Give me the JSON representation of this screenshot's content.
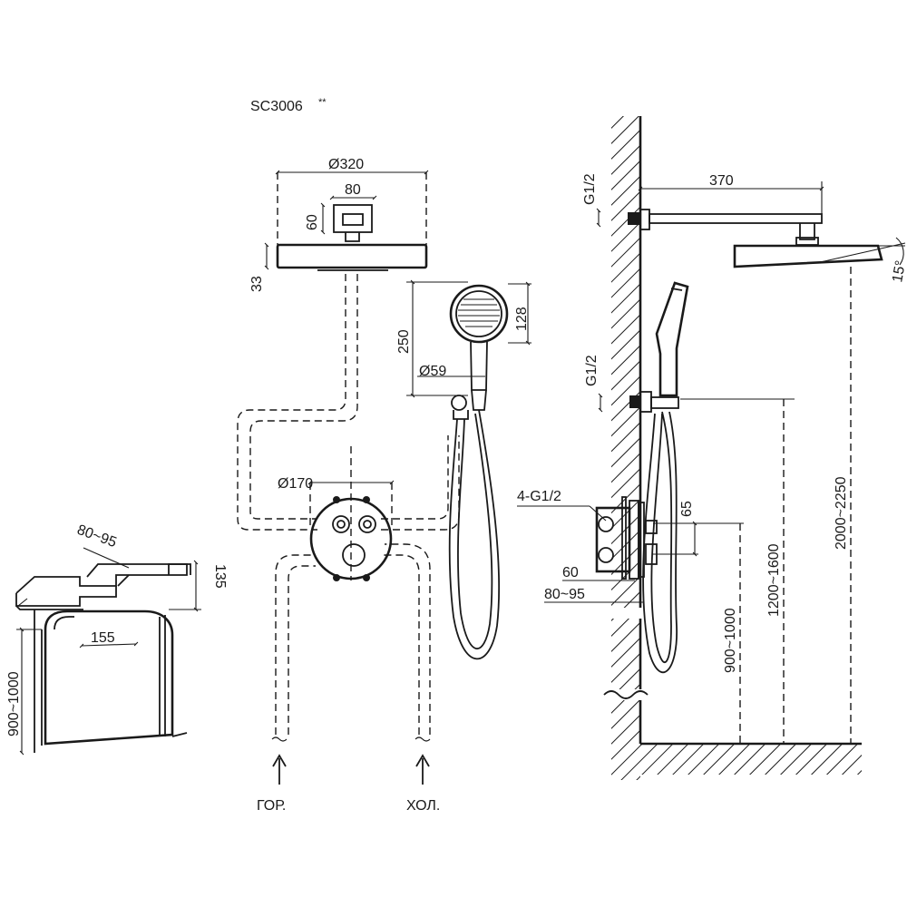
{
  "model": {
    "code": "SC3006",
    "suffix": "**"
  },
  "top_view": {
    "d_head": "Ø320",
    "w_arm": "80",
    "h_arm": "60",
    "h_head": "33",
    "d_valve": "Ø170",
    "hand_len": "250",
    "hand_head": "128",
    "hand_d": "Ø59",
    "hot_label": "ГОР.",
    "cold_label": "ХОЛ."
  },
  "side_view": {
    "arm_len": "370",
    "thread_top": "G1/2",
    "thread_mid": "G1/2",
    "angle": "15°",
    "ports": "4-G1/2",
    "d65": "65",
    "d60": "60",
    "depth": "80~95",
    "h_valve": "900~1000",
    "h_holder": "1200~1600",
    "h_head": "2000~2250"
  },
  "niche_view": {
    "depth": "80~95",
    "height": "135",
    "width": "155",
    "h_install": "900~1000"
  },
  "icons": [
    "arrow-up-icon",
    "arrow-up-icon"
  ],
  "colors": {
    "line": "#1a1a1a",
    "background": "#ffffff"
  }
}
